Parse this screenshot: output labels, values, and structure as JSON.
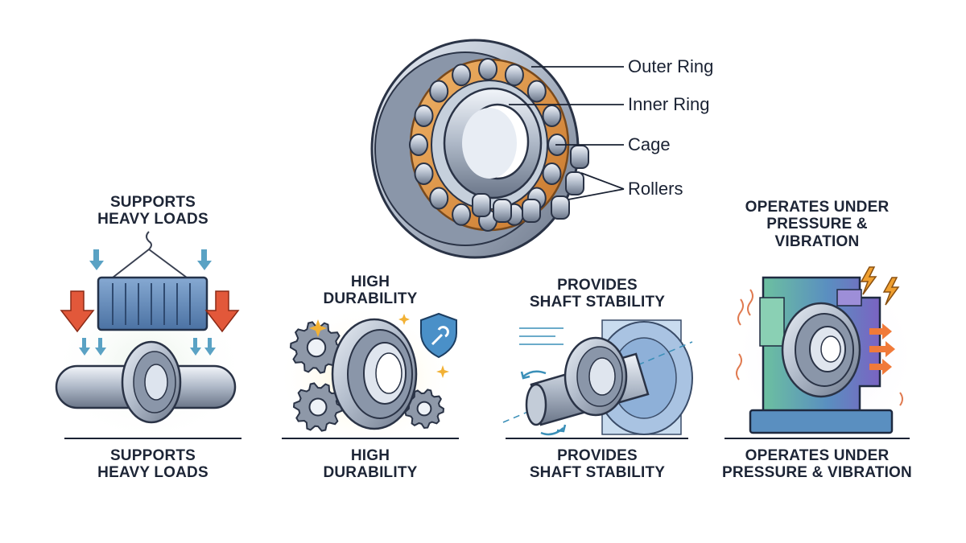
{
  "callouts": {
    "outer_ring": "Outer Ring",
    "inner_ring": "Inner Ring",
    "cage": "Cage",
    "rollers": "Rollers"
  },
  "panels": [
    {
      "id": "heavy-loads",
      "title_line1": "SUPPORTS",
      "title_line2": "HEAVY LOADS",
      "caption_line1": "SUPPORTS",
      "caption_line2": "HEAVY LOADS"
    },
    {
      "id": "durability",
      "title_line1": "HIGH",
      "title_line2": "DURABILITY",
      "caption_line1": "HIGH",
      "caption_line2": "DURABILITY"
    },
    {
      "id": "shaft-stability",
      "title_line1": "PROVIDES",
      "title_line2": "SHAFT STABILITY",
      "caption_line1": "PROVIDES",
      "caption_line2": "SHAFT STABILITY"
    },
    {
      "id": "pressure-vibration",
      "title_line1": "OPERATES UNDER",
      "title_line2": "PRESSURE &",
      "title_line3": "VIBRATION",
      "caption_line1": "OPERATES UNDER",
      "caption_line2": "PRESSURE & VIBRATION"
    }
  ],
  "colors": {
    "steel": "#9aa6b8",
    "steel_dark": "#5b6678",
    "cage": "#d98a3a",
    "arrow_orange": "#e2583a",
    "arrow_blue": "#5aa2c4",
    "container_blue": "#5b86b8",
    "gear": "#8e98a8",
    "shield": "#4a90c8",
    "machine_green": "#5aa58a",
    "machine_purple": "#7a6bc0",
    "ink": "#1d2536"
  },
  "icons": [
    "bearing-icon",
    "chain-hook-icon",
    "container-icon",
    "down-arrow-icon",
    "gear-icon",
    "shield-wrench-icon",
    "sparkle-icon",
    "rotation-arrow-icon",
    "lightning-icon",
    "heat-wave-icon",
    "machine-icon"
  ]
}
